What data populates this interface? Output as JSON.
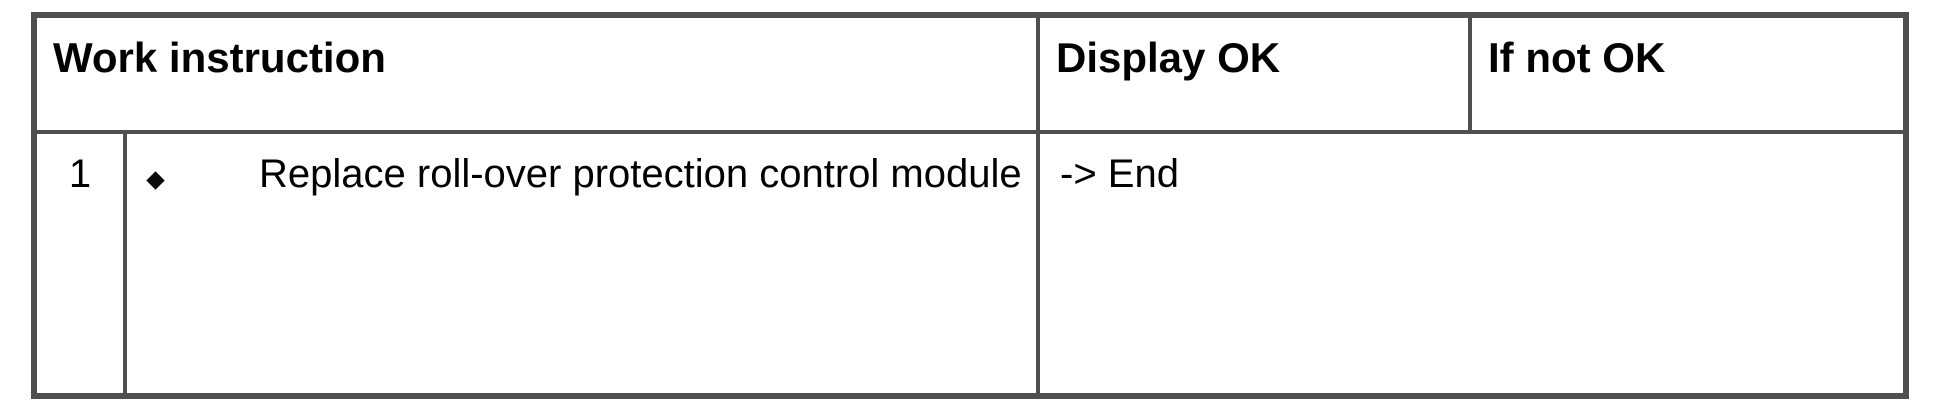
{
  "colors": {
    "border": "#4f4f4f",
    "text": "#000000",
    "background": "#ffffff"
  },
  "table": {
    "header": {
      "work_instruction": "Work instruction",
      "display_ok": "Display OK",
      "if_not_ok": "If not OK"
    },
    "rows": [
      {
        "step_number": "1",
        "bullet_icon": "diamond-bullet",
        "instruction": "Replace roll-over protection control module",
        "result": "-> End"
      }
    ]
  }
}
